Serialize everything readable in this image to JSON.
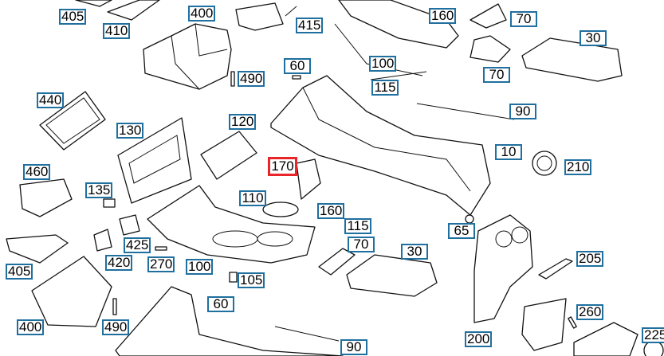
{
  "diagram": {
    "highlight_color": "#e8262a",
    "callout_border_color": "#1f6f9f",
    "highlighted_part": "170",
    "callouts": [
      {
        "id": "c405a",
        "label": "405"
      },
      {
        "id": "c410",
        "label": "410"
      },
      {
        "id": "c400a",
        "label": "400"
      },
      {
        "id": "c415",
        "label": "415"
      },
      {
        "id": "c160a",
        "label": "160"
      },
      {
        "id": "c70a",
        "label": "70"
      },
      {
        "id": "c30a",
        "label": "30"
      },
      {
        "id": "c60a",
        "label": "60"
      },
      {
        "id": "c490a",
        "label": "490"
      },
      {
        "id": "c100a",
        "label": "100"
      },
      {
        "id": "c115a",
        "label": "115"
      },
      {
        "id": "c70b",
        "label": "70"
      },
      {
        "id": "c440",
        "label": "440"
      },
      {
        "id": "c90a",
        "label": "90"
      },
      {
        "id": "c130",
        "label": "130"
      },
      {
        "id": "c120",
        "label": "120"
      },
      {
        "id": "c10",
        "label": "10"
      },
      {
        "id": "c170",
        "label": "170"
      },
      {
        "id": "c210",
        "label": "210"
      },
      {
        "id": "c460",
        "label": "460"
      },
      {
        "id": "c135",
        "label": "135"
      },
      {
        "id": "c110",
        "label": "110"
      },
      {
        "id": "c160b",
        "label": "160"
      },
      {
        "id": "c115b",
        "label": "115"
      },
      {
        "id": "c65",
        "label": "65"
      },
      {
        "id": "c425",
        "label": "425"
      },
      {
        "id": "c70c",
        "label": "70"
      },
      {
        "id": "c30b",
        "label": "30"
      },
      {
        "id": "c205",
        "label": "205"
      },
      {
        "id": "c420",
        "label": "420"
      },
      {
        "id": "c270",
        "label": "270"
      },
      {
        "id": "c100b",
        "label": "100"
      },
      {
        "id": "c405b",
        "label": "405"
      },
      {
        "id": "c105",
        "label": "105"
      },
      {
        "id": "c60b",
        "label": "60"
      },
      {
        "id": "c260",
        "label": "260"
      },
      {
        "id": "c400b",
        "label": "400"
      },
      {
        "id": "c490b",
        "label": "490"
      },
      {
        "id": "c90b",
        "label": "90"
      },
      {
        "id": "c200",
        "label": "200"
      },
      {
        "id": "c225",
        "label": "225"
      }
    ]
  }
}
